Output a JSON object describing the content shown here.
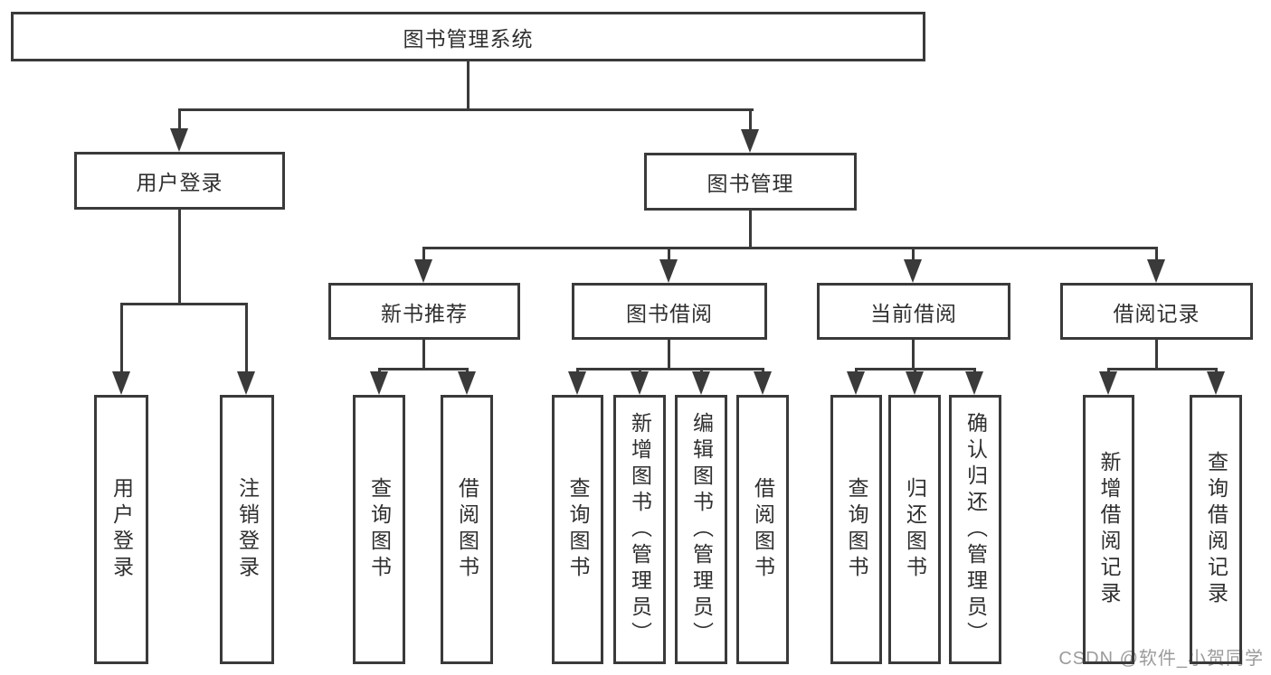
{
  "watermark": "CSDN @软件_小贺同学",
  "colors": {
    "line": "#3a3a3a",
    "text": "#2f2f2f",
    "watermark_text": "#9b9b9b",
    "background": "#ffffff"
  },
  "hierarchy": {
    "label": "图书管理系统",
    "children": [
      {
        "label": "用户登录",
        "children": [
          {
            "label": "用户登录"
          },
          {
            "label": "注销登录"
          }
        ]
      },
      {
        "label": "图书管理",
        "children": [
          {
            "label": "新书推荐",
            "children": [
              {
                "label": "查询图书"
              },
              {
                "label": "借阅图书"
              }
            ]
          },
          {
            "label": "图书借阅",
            "children": [
              {
                "label": "查询图书"
              },
              {
                "label": "新增图书（管理员）"
              },
              {
                "label": "编辑图书（管理员）"
              },
              {
                "label": "借阅图书"
              }
            ]
          },
          {
            "label": "当前借阅",
            "children": [
              {
                "label": "查询图书"
              },
              {
                "label": "归还图书"
              },
              {
                "label": "确认归还（管理员）"
              }
            ]
          },
          {
            "label": "借阅记录",
            "children": [
              {
                "label": "新增借阅记录"
              },
              {
                "label": "查询借阅记录"
              }
            ]
          }
        ]
      }
    ]
  }
}
